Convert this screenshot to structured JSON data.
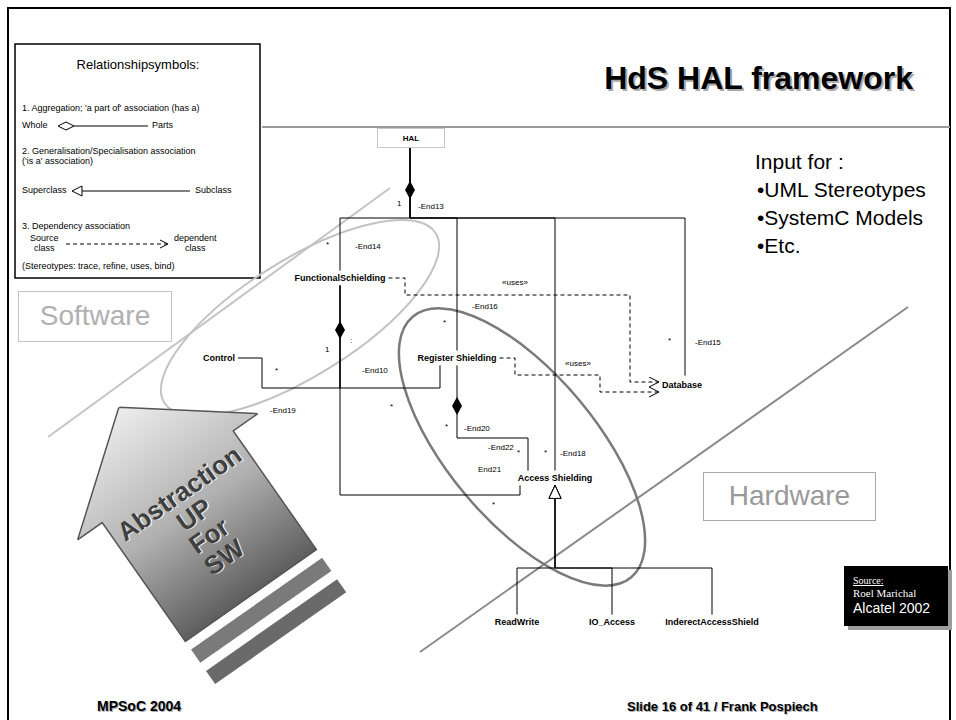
{
  "diagram": {
    "title": "HdS HAL framework",
    "nodes": [
      {
        "text": [
          "HAL"
        ]
      },
      {
        "text": [
          "FunctionalSchielding"
        ]
      },
      {
        "text": [
          "Software"
        ]
      },
      {
        "text": [
          "Control"
        ]
      },
      {
        "text": [
          "Register Shielding"
        ]
      },
      {
        "text": [
          "Database"
        ]
      },
      {
        "text": [
          "Access Shielding"
        ]
      },
      {
        "text": [
          "Hardware"
        ]
      },
      {
        "text": [
          "Abstraction UP For SW"
        ]
      },
      {
        "text": [
          "ReadWrite"
        ]
      },
      {
        "text": [
          "IO_Access"
        ]
      },
      {
        "text": [
          "InderectAccessShield"
        ]
      },
      {
        "text": [
          "Source:",
          "Roel Marichal",
          "Alcatel 2002"
        ]
      }
    ],
    "edges": [
      {
        "from": 0,
        "to": 1,
        "arrow": "none"
      },
      {
        "from": 0,
        "to": 4,
        "arrow": "none"
      },
      {
        "from": 0,
        "to": 6,
        "arrow": "none"
      },
      {
        "from": 0,
        "to": 5,
        "arrow": "none"
      },
      {
        "from": 1,
        "to": 3,
        "arrow": "none"
      },
      {
        "from": 1,
        "to": 4,
        "arrow": "none"
      },
      {
        "from": 1,
        "to": 6,
        "arrow": "none"
      },
      {
        "from": 4,
        "to": 6,
        "arrow": "none"
      },
      {
        "from": 1,
        "to": 5,
        "label": "«uses»",
        "arrow": "to"
      },
      {
        "from": 4,
        "to": 5,
        "label": "«uses»",
        "arrow": "to"
      },
      {
        "from": 9,
        "to": 6,
        "arrow": "to"
      },
      {
        "from": 10,
        "to": 6,
        "arrow": "to"
      },
      {
        "from": 11,
        "to": 6,
        "arrow": "to"
      }
    ],
    "labels": [
      "Relationshipsymbols:",
      "Whole",
      "Parts",
      "Superclass",
      "Subclass",
      "Source class",
      "dependent class",
      "(Stereotypes: trace, refine, uses, bind)",
      "Input for :",
      "•UML Stereotypes",
      "•SystemC Models",
      "•Etc.",
      "1",
      "-End13",
      "*",
      "-End14",
      "-End16",
      "*",
      "*",
      "-End15",
      "1",
      ":",
      "*",
      "-End10",
      "-End19",
      "*",
      "*",
      "-End20",
      "*",
      "-End18",
      "*",
      "-End22",
      "End21",
      "*",
      "MPSoC 2004",
      "Slide 16 of 41 / Frank Pospiech"
    ],
    "legend": [
      {
        "text": "1. Aggregation; 'a part of' association (has a)"
      },
      {
        "text": "2. Generalisation/Specialisation association ('is a' association)"
      },
      {
        "text": "3. Dependency association"
      }
    ]
  }
}
